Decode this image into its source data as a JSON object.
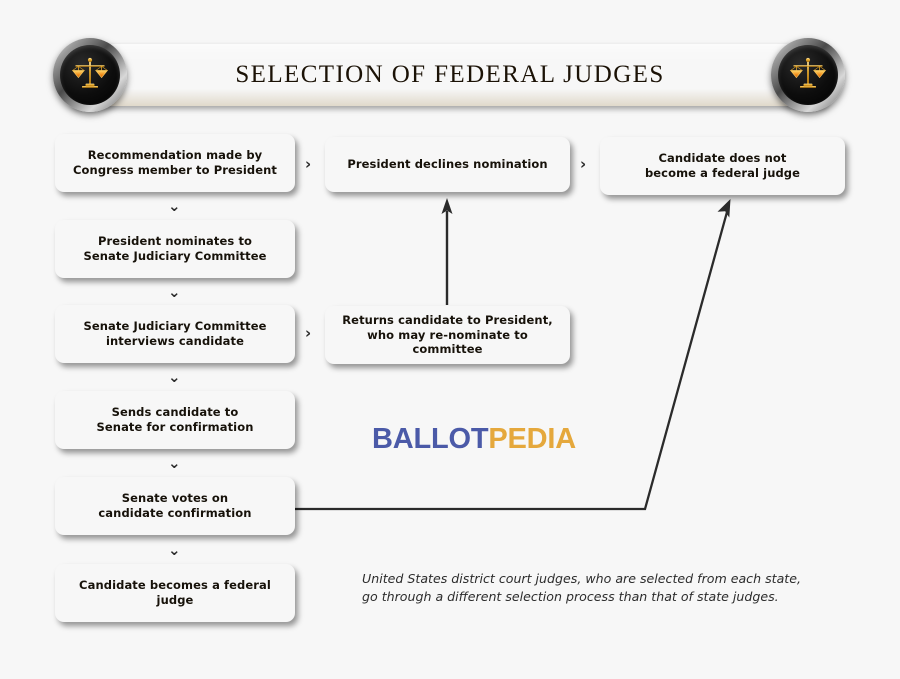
{
  "banner": {
    "title": "SELECTION OF FEDERAL JUDGES",
    "medallion_left": "scales-of-justice-icon",
    "medallion_right": "scales-of-justice-icon"
  },
  "colors": {
    "background": "#f7f7f7",
    "gold_light": "#f7e075",
    "gold_mid": "#ecc62f",
    "gold_dark": "#cf9a0f",
    "banner_gold": "#eec833",
    "text_dark": "#17120a",
    "arrow": "#2b2b2b",
    "logo_blue": "#4b5aa8",
    "logo_gold": "#e5a83c"
  },
  "chart_data": {
    "type": "diagram",
    "title": "SELECTION OF FEDERAL JUDGES",
    "nodes": [
      {
        "id": "n1",
        "label": "Recommendation made by\nCongress member to President",
        "column": "left",
        "order": 1
      },
      {
        "id": "n2",
        "label": "President nominates to\nSenate Judiciary Committee",
        "column": "left",
        "order": 2
      },
      {
        "id": "n3",
        "label": "Senate Judiciary Committee\ninterviews candidate",
        "column": "left",
        "order": 3
      },
      {
        "id": "n4",
        "label": "Sends candidate to\nSenate for confirmation",
        "column": "left",
        "order": 4
      },
      {
        "id": "n5",
        "label": "Senate votes on\ncandidate confirmation",
        "column": "left",
        "order": 5
      },
      {
        "id": "n6",
        "label": "Candidate becomes a federal judge",
        "column": "left",
        "order": 6
      },
      {
        "id": "n7",
        "label": "President declines nomination",
        "column": "middle",
        "order": 1
      },
      {
        "id": "n8",
        "label": "Candidate does not\nbecome a federal judge",
        "column": "right",
        "order": 1
      },
      {
        "id": "n9",
        "label": "Returns candidate to President,\nwho may re-nominate to committee",
        "column": "middle",
        "order": 2
      }
    ],
    "edges": [
      {
        "from": "n1",
        "to": "n2",
        "style": "chevron-down"
      },
      {
        "from": "n2",
        "to": "n3",
        "style": "chevron-down"
      },
      {
        "from": "n3",
        "to": "n4",
        "style": "chevron-down"
      },
      {
        "from": "n4",
        "to": "n5",
        "style": "chevron-down"
      },
      {
        "from": "n5",
        "to": "n6",
        "style": "chevron-down"
      },
      {
        "from": "n1",
        "to": "n7",
        "style": "chevron-right"
      },
      {
        "from": "n7",
        "to": "n8",
        "style": "chevron-right"
      },
      {
        "from": "n3",
        "to": "n9",
        "style": "chevron-right"
      },
      {
        "from": "n9",
        "to": "n7",
        "style": "arrow-up"
      },
      {
        "from": "n5",
        "to": "n8",
        "style": "arrow-elbow-diagonal"
      }
    ]
  },
  "boxes": {
    "recommendation": {
      "line1": "Recommendation made by",
      "line2": "Congress member to President"
    },
    "nominates": {
      "line1": "President nominates to",
      "line2": "Senate Judiciary Committee"
    },
    "interviews": {
      "line1": "Senate Judiciary Committee",
      "line2": "interviews candidate"
    },
    "sends": {
      "line1": "Sends candidate to",
      "line2": "Senate for confirmation"
    },
    "votes": {
      "line1": "Senate votes on",
      "line2": "candidate confirmation"
    },
    "becomes": {
      "line1": "Candidate becomes a federal judge",
      "line2": ""
    },
    "declines": {
      "line1": "President declines nomination",
      "line2": ""
    },
    "notjudge": {
      "line1": "Candidate does not",
      "line2": "become a federal judge"
    },
    "returns": {
      "line1": "Returns candidate to President,",
      "line2": "who may re-nominate to committee"
    }
  },
  "connectors": {
    "down": "⌄",
    "right": "›"
  },
  "logo": {
    "part1": "BALLOT",
    "part2": "PEDIA"
  },
  "footnote": {
    "line1": "United States district court judges, who are selected from each state,",
    "line2": "go through a different selection process than that of state judges."
  }
}
